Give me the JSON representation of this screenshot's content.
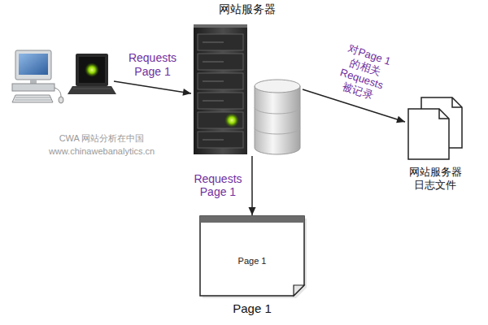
{
  "diagram": {
    "nodes": [
      {
        "text": [
          "CWA 网站分析在中国",
          "www.chinawebanalytics.cn"
        ]
      },
      {
        "text": [
          "网站服务器"
        ]
      },
      {
        "text": [
          "网站服务器 日志文件"
        ]
      },
      {
        "text": [
          "Page 1",
          "Page 1"
        ]
      }
    ],
    "edges": [
      {
        "from": 0,
        "to": 1,
        "arrow": "to",
        "label": "Requests Page 1"
      },
      {
        "from": 1,
        "to": 2,
        "arrow": "to",
        "label": "对Page 1 的相关 Requests 被记录"
      },
      {
        "from": 1,
        "to": 3,
        "arrow": "to",
        "label": "Requests Page 1"
      }
    ]
  }
}
